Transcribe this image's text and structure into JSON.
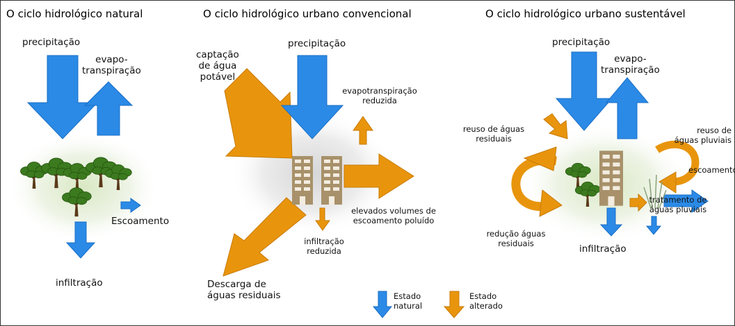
{
  "panels": [
    {
      "title": "O ciclo hidrológico natural",
      "labels": {
        "precipitation": "precipitação",
        "evapotranspiration": "evapo-\ntranspiração",
        "runoff": "Escoamento",
        "infiltration": "infiltração"
      }
    },
    {
      "title": "O ciclo hidrológico urbano convencional",
      "labels": {
        "water_intake": "captação\nde água\npotável",
        "precipitation": "precipitação",
        "evapotranspiration": "evapotranspiração\nreduzida",
        "runoff": "elevados volumes de\nescoamento poluído",
        "infiltration": "infiltração\nreduzida",
        "discharge": "Descarga de\náguas residuais"
      }
    },
    {
      "title": "O ciclo hidrológico urbano sustentável",
      "labels": {
        "precipitation": "precipitação",
        "evapotranspiration": "evapo-\ntranspiração",
        "wastewater_reuse": "reuso de águas\nresiduais",
        "rainwater_reuse": "reuso de\náguas pluviais",
        "runoff": "escoamento",
        "stormwater_treatment": "tratamento de\náguas pluviais",
        "wastewater_reduction": "redução águas\nresiduais",
        "infiltration": "infiltração"
      }
    }
  ],
  "legend": {
    "natural_label": "Estado\nnatural",
    "altered_label": "Estado\nalterado"
  },
  "colors": {
    "natural": "#2b8ae6",
    "altered": "#e8950d",
    "vegetation": "#3b7a1e",
    "building": "#a8916a"
  }
}
